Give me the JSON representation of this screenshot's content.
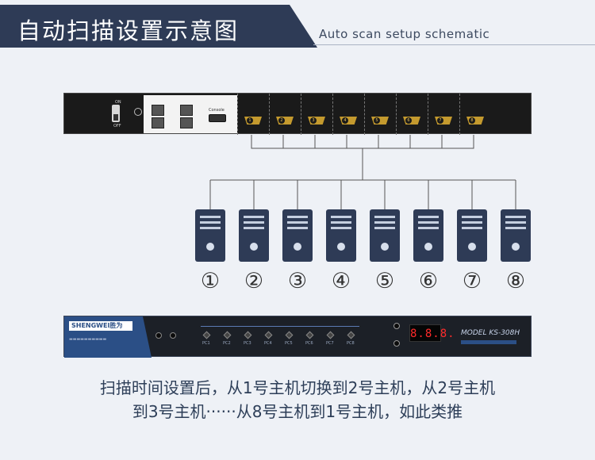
{
  "header": {
    "title": "自动扫描设置示意图",
    "subtitle": "Auto scan setup schematic"
  },
  "back_panel": {
    "power_on_label": "ON",
    "power_off_label": "OFF",
    "console_label": "Console",
    "hdmi_ports": [
      "1",
      "2",
      "3",
      "4",
      "5",
      "6",
      "7",
      "8"
    ]
  },
  "computers": [
    {
      "number": "①"
    },
    {
      "number": "②"
    },
    {
      "number": "③"
    },
    {
      "number": "④"
    },
    {
      "number": "⑤"
    },
    {
      "number": "⑥"
    },
    {
      "number": "⑦"
    },
    {
      "number": "⑧"
    }
  ],
  "front_panel": {
    "brand": "SHENGWEI胜为",
    "led_display": "8.8.8.",
    "model": "MODEL  KS-308H",
    "buttons": [
      "PC1",
      "PC2",
      "PC3",
      "PC4",
      "PC5",
      "PC6",
      "PC7",
      "PC8"
    ]
  },
  "caption": {
    "line1": "扫描时间设置后，从1号主机切换到2号主机，从2号主机",
    "line2": "到3号主机······从8号主机到1号主机，如此类推"
  },
  "colors": {
    "header_bar": "#2e3b56",
    "pc_body": "#2e3b56",
    "accent_blue": "#2b4f86",
    "background": "#eef1f6"
  }
}
